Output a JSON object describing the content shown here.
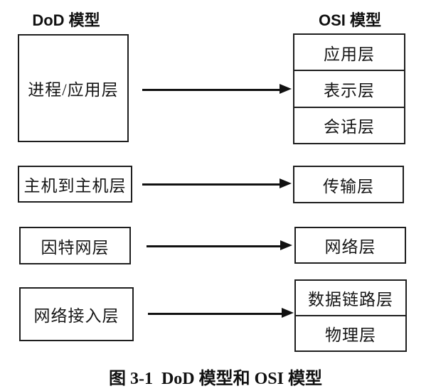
{
  "diagram": {
    "left_model": {
      "title": "DoD 模型",
      "layers": {
        "process_application": "进程/应用层",
        "host_to_host": "主机到主机层",
        "internet": "因特网层",
        "network_access": "网络接入层"
      }
    },
    "right_model": {
      "title": "OSI 模型",
      "layers": {
        "application": "应用层",
        "presentation": "表示层",
        "session": "会话层",
        "transport": "传输层",
        "network": "网络层",
        "data_link": "数据链路层",
        "physical": "物理层"
      }
    },
    "caption": "图 3-1  DoD 模型和 OSI 模型",
    "colors": {
      "ink": "#111111",
      "background": "#ffffff"
    }
  }
}
